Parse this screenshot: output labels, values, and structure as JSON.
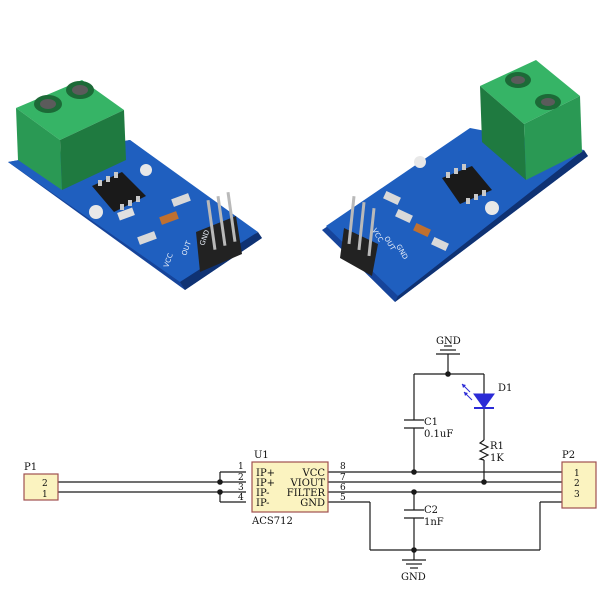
{
  "photo": {
    "left_module": {
      "silkscreen": [
        "VCC",
        "OUT",
        "GND"
      ]
    },
    "right_module": {
      "silkscreen": [
        "VCC",
        "OUT",
        "GND"
      ]
    },
    "colors": {
      "pcb": "#1f5fbf",
      "pcb_dark": "#16449a",
      "terminal": "#2fa35a",
      "terminal_dark": "#1f7a40",
      "pin": "#b9b9b9"
    }
  },
  "schematic": {
    "u1": {
      "ref": "U1",
      "part": "ACS712",
      "left_pins": [
        {
          "num": "1",
          "name": "IP+"
        },
        {
          "num": "2",
          "name": "IP+"
        },
        {
          "num": "3",
          "name": "IP-"
        },
        {
          "num": "4",
          "name": "IP-"
        }
      ],
      "right_pins": [
        {
          "num": "8",
          "name": "VCC"
        },
        {
          "num": "7",
          "name": "VIOUT"
        },
        {
          "num": "6",
          "name": "FILTER"
        },
        {
          "num": "5",
          "name": "GND"
        }
      ]
    },
    "p1": {
      "ref": "P1",
      "pins": [
        "2",
        "1"
      ]
    },
    "p2": {
      "ref": "P2",
      "pins": [
        "1",
        "2",
        "3"
      ]
    },
    "c1": {
      "ref": "C1",
      "value": "0.1uF"
    },
    "c2": {
      "ref": "C2",
      "value": "1nF"
    },
    "r1": {
      "ref": "R1",
      "value": "1K"
    },
    "d1": {
      "ref": "D1"
    },
    "gnd_top": "GND",
    "gnd_bottom": "GND",
    "colors": {
      "wire": "#1a1a1a",
      "body": "#fbf3c0",
      "body_stroke": "#a05050",
      "led": "#2b2bd6",
      "junction": "#1a1a1a"
    }
  }
}
